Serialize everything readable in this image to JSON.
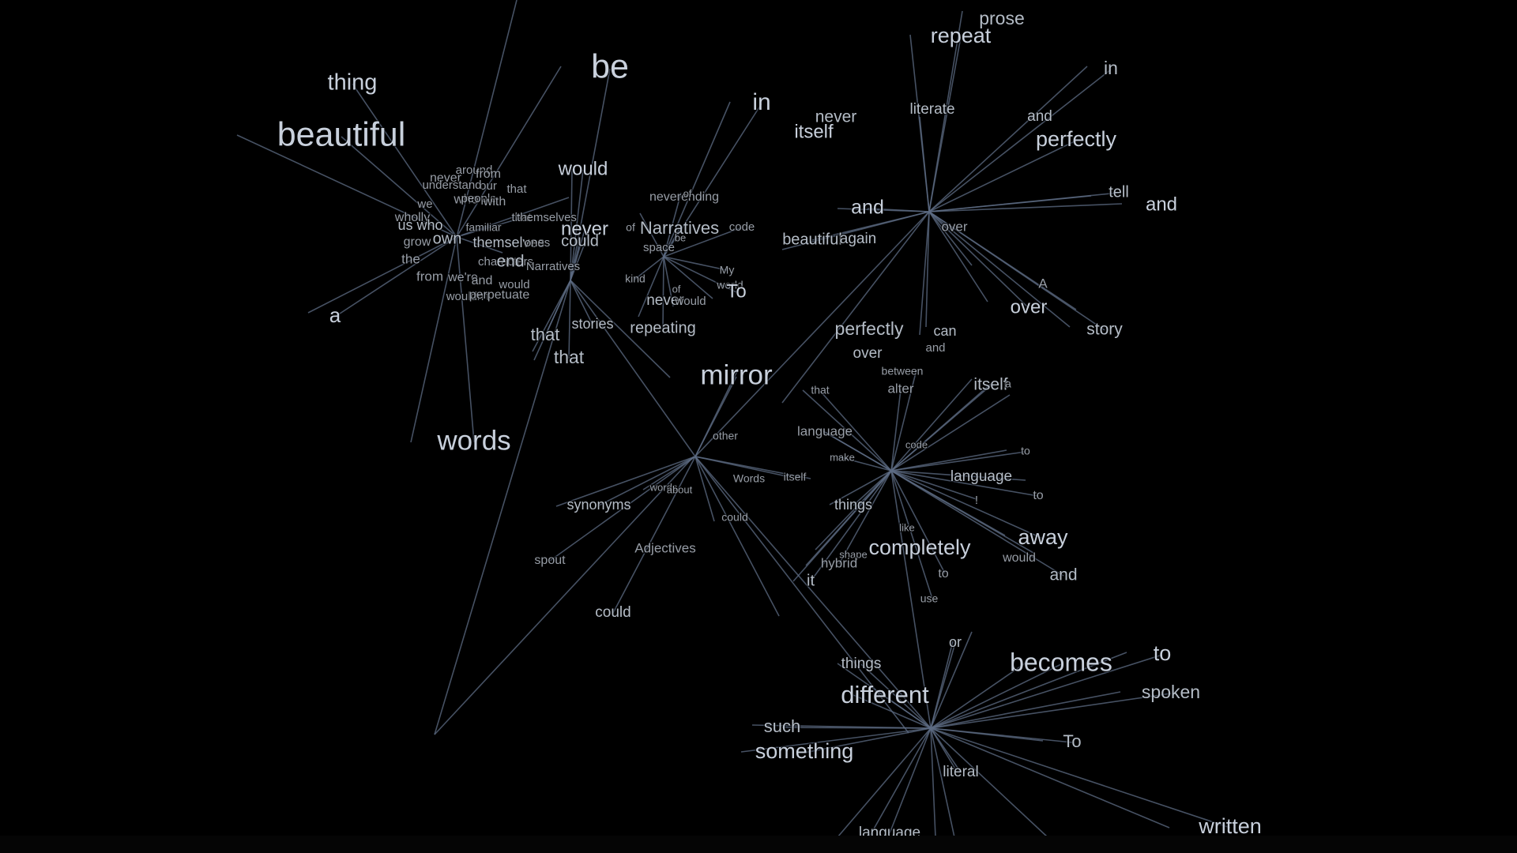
{
  "colors": {
    "background": "#000000",
    "edge": "#5e6c84",
    "word": "#c8d0dc",
    "bottom_bar": "#050505"
  },
  "hubs": [
    {
      "id": "hub-a",
      "words": [
        "beautiful",
        "thing",
        "a",
        "words",
        "around",
        "from",
        "never",
        "our",
        "understand",
        "that",
        "we",
        "who",
        "people",
        "with",
        "wholly",
        "us who",
        "own",
        "familiar",
        "grow",
        "the",
        "characters",
        "from",
        "we're",
        "and",
        "would",
        "wouldn't",
        "perpetuate",
        "that",
        "themselves",
        "themselves",
        "ones"
      ]
    },
    {
      "id": "hub-b",
      "words": [
        "be",
        "would",
        "never",
        "could",
        "end",
        "Narratives",
        "that",
        "that",
        "stories"
      ]
    },
    {
      "id": "hub-c",
      "words": [
        "in",
        "neverending",
        "of",
        "Narratives",
        "code",
        "of",
        "space",
        "be",
        "kind",
        "My",
        "world",
        "To",
        "of",
        "never",
        "would",
        "repeating"
      ]
    },
    {
      "id": "hub-d",
      "words": [
        "repeat",
        "prose",
        "never",
        "itself",
        "literate",
        "in",
        "and",
        "perfectly",
        "tell",
        "and",
        "and",
        "beautiful",
        "again",
        "over",
        "A",
        "over",
        "story",
        "perfectly",
        "over",
        "can",
        "and"
      ]
    },
    {
      "id": "hub-e",
      "words": [
        "mirror",
        "other",
        "Words",
        "itself",
        "words",
        "about",
        "synonyms",
        "spout",
        "Adjectives",
        "could",
        "could"
      ]
    },
    {
      "id": "hub-f",
      "words": [
        "that",
        "between",
        "alter",
        "language",
        "itself",
        "a",
        "code",
        "make",
        "to",
        "language",
        "to",
        "!",
        "things",
        "like",
        "shape",
        "hybrid",
        "completely",
        "it",
        "to",
        "use",
        "away",
        "would",
        "and"
      ]
    },
    {
      "id": "hub-g",
      "words": [
        "things",
        "different",
        "or",
        "becomes",
        "to",
        "spoken",
        "such",
        "something",
        "To",
        "literal",
        "language",
        "written"
      ]
    }
  ]
}
